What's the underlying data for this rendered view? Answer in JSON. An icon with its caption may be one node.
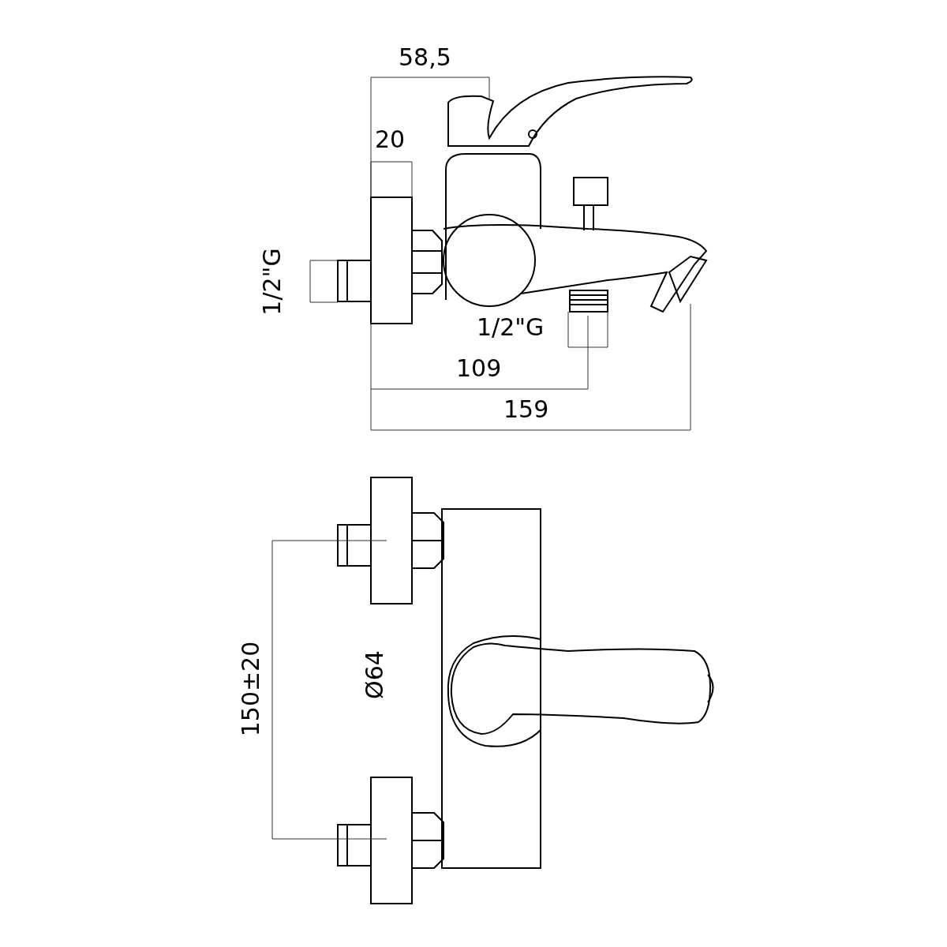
{
  "diagram": {
    "labels": [
      "58,5",
      "20",
      "1/2\"G",
      "1/2\"G",
      "109",
      "159",
      "150±20",
      "Ø64"
    ]
  }
}
